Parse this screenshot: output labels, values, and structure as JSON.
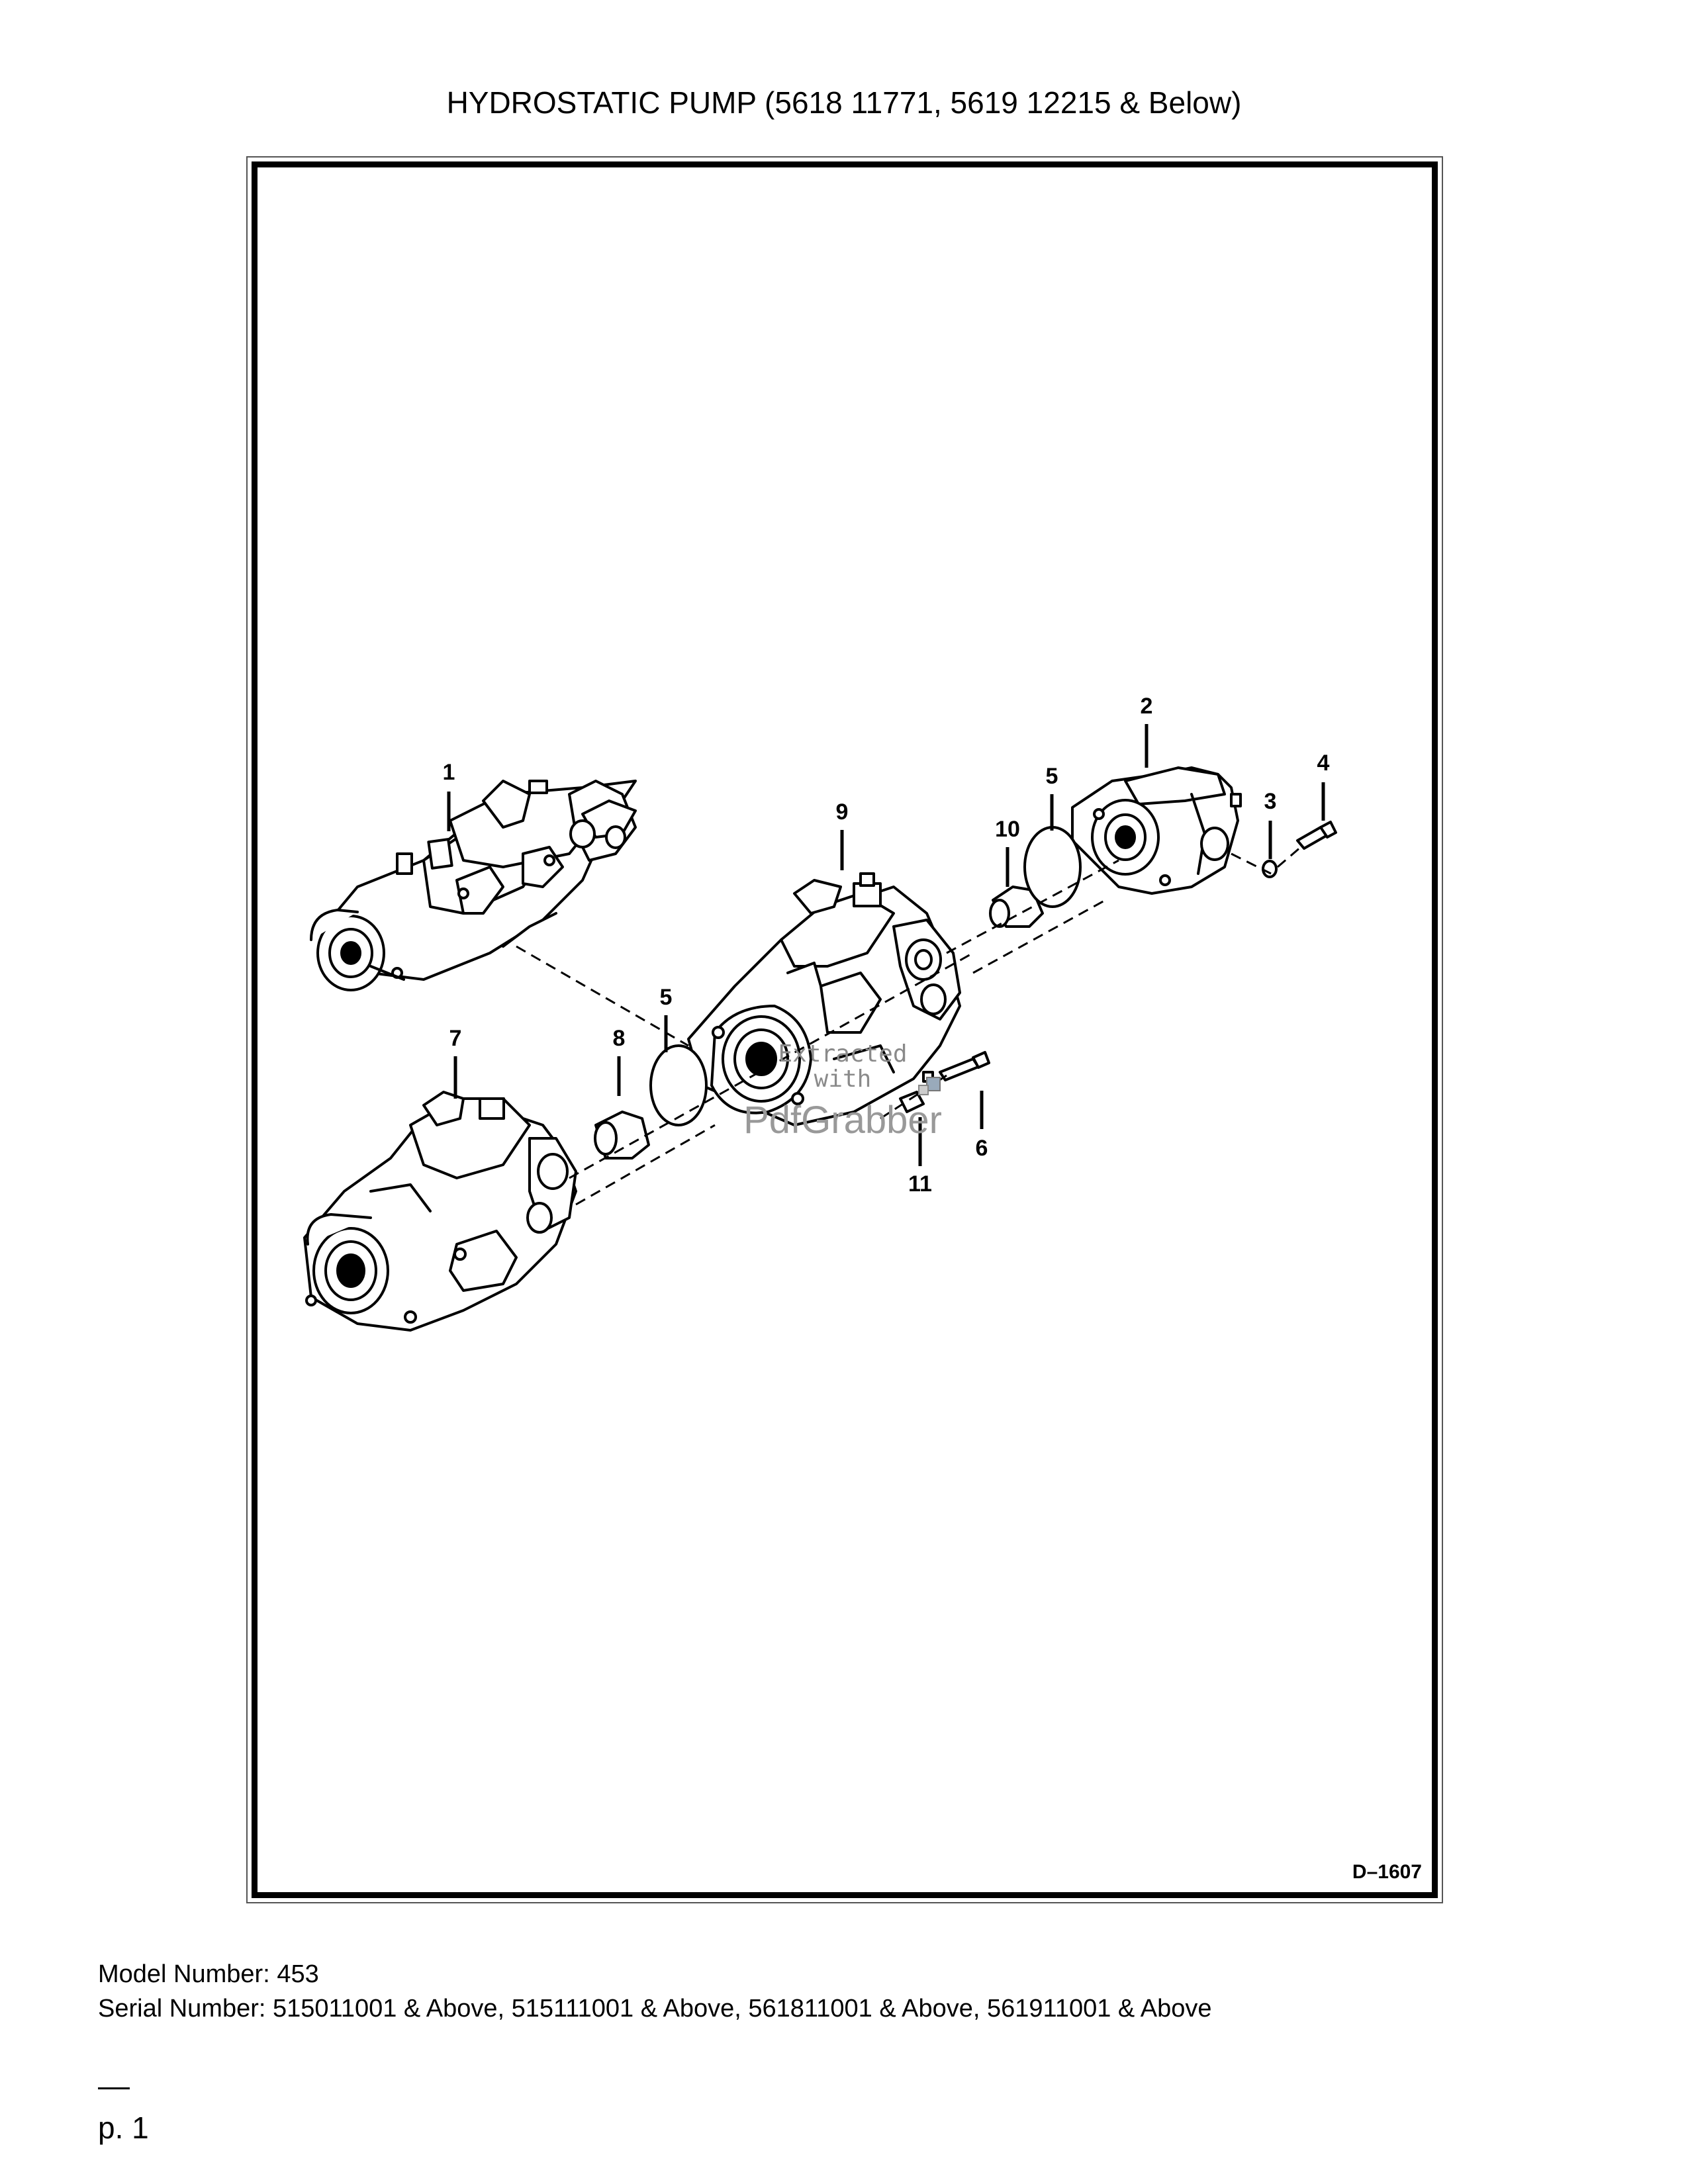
{
  "title": "HYDROSTATIC PUMP (5618 11771, 5619 12215 & Below)",
  "callouts": {
    "c1": "1",
    "c2": "2",
    "c3": "3",
    "c4": "4",
    "c5a": "5",
    "c5b": "5",
    "c6": "6",
    "c7": "7",
    "c8": "8",
    "c9": "9",
    "c10": "10",
    "c11": "11"
  },
  "drawing_code": "D–1607",
  "watermark": {
    "line1": "Extracted",
    "line2": "with",
    "line3": "PdfGrabber"
  },
  "footer": {
    "model": "Model Number: 453",
    "serial": "Serial Number: 515011001 & Above, 515111001 & Above, 561811001 & Above, 561911001 & Above",
    "page": "p. 1"
  }
}
